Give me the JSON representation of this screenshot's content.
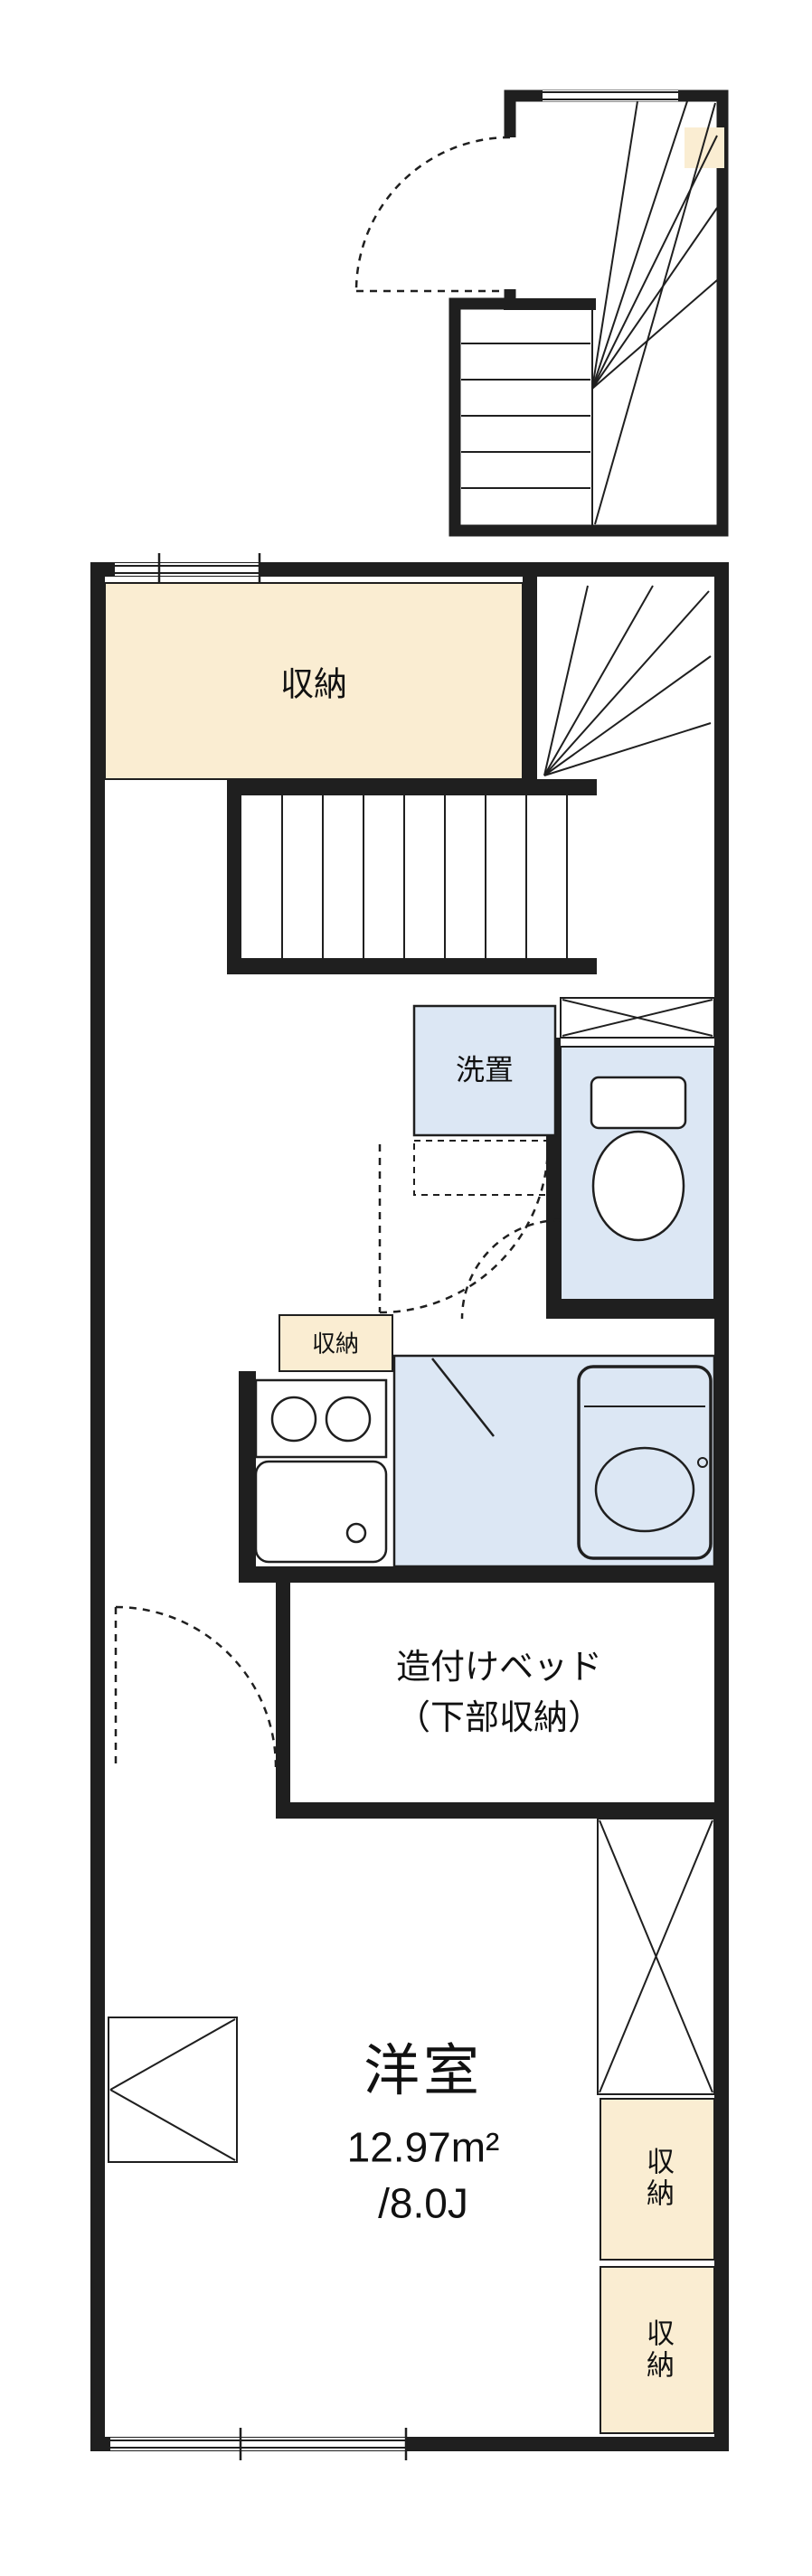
{
  "plan": {
    "type": "floor-plan",
    "labels": {
      "storage_top": "収納",
      "laundry": "洗置",
      "storage_small": "収納",
      "built_in_bed_line1": "造付けベッド",
      "built_in_bed_line2": "（下部収納）",
      "room_name": "洋室",
      "room_area": "12.97m²",
      "room_size_jo": "/8.0J",
      "storage_right_upper": "収納",
      "storage_right_lower": "収納"
    },
    "colors": {
      "ink": "#1f1f1f",
      "storage_fill": "#faedd2",
      "water_fill": "#dce7f4",
      "paper": "#ffffff"
    }
  }
}
